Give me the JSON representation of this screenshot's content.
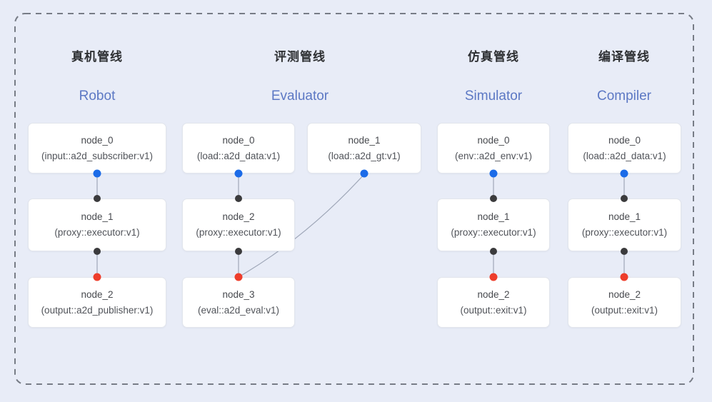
{
  "colors": {
    "background": "#E8ECF7",
    "dashed_border": "#777C86",
    "title_text": "#2E3033",
    "subtitle_text": "#5C78C4",
    "node_fill": "#FFFFFF",
    "node_border": "#E2E5EC",
    "node_text": "#47494E",
    "edge_line": "#9FA7B8",
    "dot_blue": "#1B6BE8",
    "dot_black": "#3B3B3D",
    "dot_red": "#EE3D2B"
  },
  "pipelines": [
    {
      "title": "真机管线",
      "subtitle": "Robot",
      "nodes": [
        {
          "label": "node_0",
          "sublabel": "(input::a2d_subscriber:v1)"
        },
        {
          "label": "node_1",
          "sublabel": "(proxy::executor:v1)"
        },
        {
          "label": "node_2",
          "sublabel": "(output::a2d_publisher:v1)"
        }
      ]
    },
    {
      "title": "评测管线",
      "subtitle": "Evaluator",
      "nodes": [
        {
          "label": "node_0",
          "sublabel": "(load::a2d_data:v1)"
        },
        {
          "label": "node_1",
          "sublabel": "(load::a2d_gt:v1)"
        },
        {
          "label": "node_2",
          "sublabel": "(proxy::executor:v1)"
        },
        {
          "label": "node_3",
          "sublabel": "(eval::a2d_eval:v1)"
        }
      ]
    },
    {
      "title": "仿真管线",
      "subtitle": "Simulator",
      "nodes": [
        {
          "label": "node_0",
          "sublabel": "(env::a2d_env:v1)"
        },
        {
          "label": "node_1",
          "sublabel": "(proxy::executor:v1)"
        },
        {
          "label": "node_2",
          "sublabel": "(output::exit:v1)"
        }
      ]
    },
    {
      "title": "编译管线",
      "subtitle": "Compiler",
      "nodes": [
        {
          "label": "node_0",
          "sublabel": "(load::a2d_data:v1)"
        },
        {
          "label": "node_1",
          "sublabel": "(proxy::executor:v1)"
        },
        {
          "label": "node_2",
          "sublabel": "(output::exit:v1)"
        }
      ]
    }
  ]
}
